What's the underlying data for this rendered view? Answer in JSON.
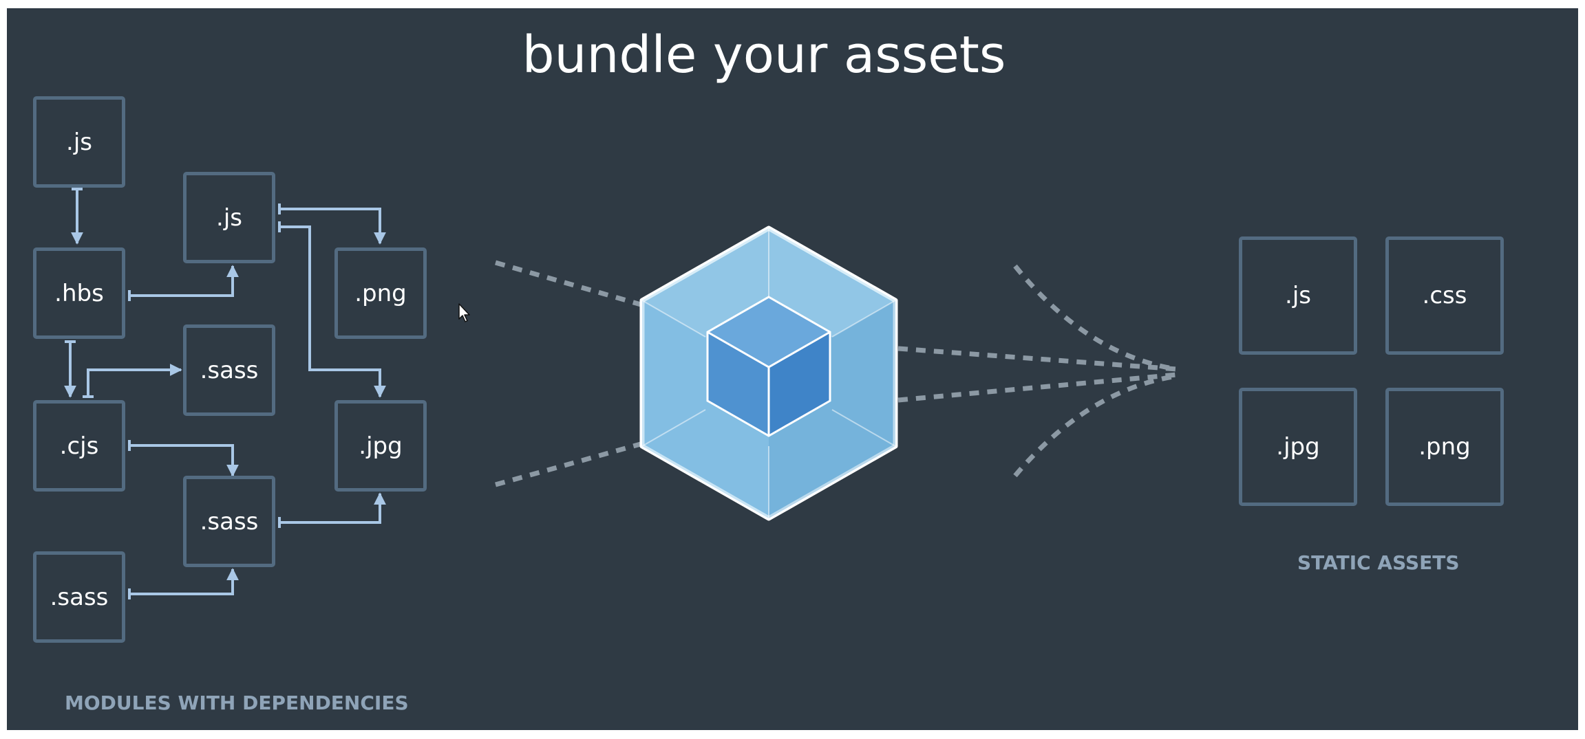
{
  "title": "bundle your assets",
  "modules": {
    "label": "MODULES WITH DEPENDENCIES",
    "items": [
      ".js",
      ".hbs",
      ".cjs",
      ".sass",
      ".js",
      ".sass",
      ".sass",
      ".png",
      ".jpg"
    ]
  },
  "static_assets": {
    "label": "STATIC ASSETS",
    "items": [
      ".js",
      ".css",
      ".jpg",
      ".png"
    ]
  },
  "colors": {
    "background": "#2f3a44",
    "box_border": "#536b81",
    "arrow": "#a9c7e6",
    "dashes": "#8c99a4",
    "cube_outer": "#8ed0f2",
    "cube_inner": "#1c78c0"
  },
  "icons": [
    "webpack-cube-icon",
    "mouse-pointer-icon"
  ]
}
